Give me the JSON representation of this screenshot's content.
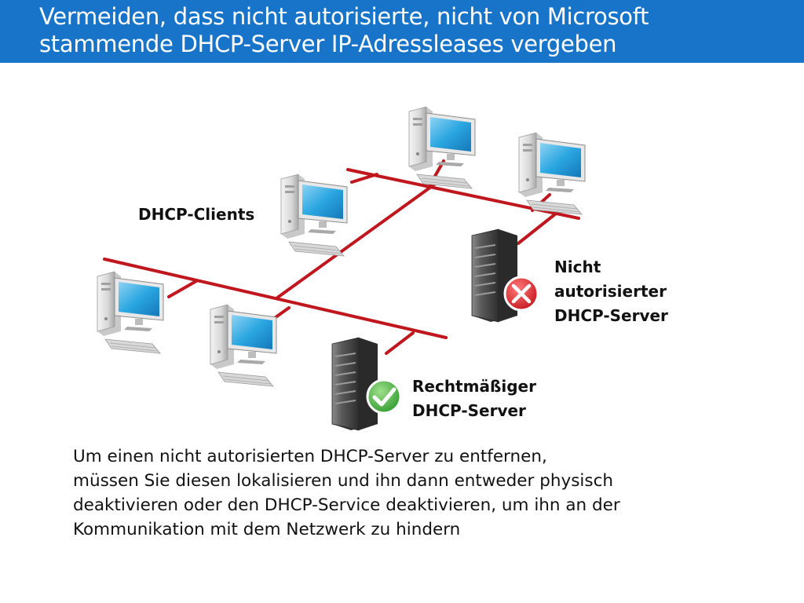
{
  "slide": {
    "title_lines": [
      "Vermeiden, dass nicht autorisierte, nicht von Microsoft",
      "stammende DHCP-Server IP-Adressleases vergeben"
    ],
    "accent_color": "#1874c8",
    "network_line_color": "#c0161d"
  },
  "diagram": {
    "clients_label": "DHCP-Clients",
    "rogue_server_label": [
      "Nicht",
      "autorisierter",
      "DHCP-Server"
    ],
    "legit_server_label": [
      "Rechtmäßiger",
      "DHCP-Server"
    ],
    "rogue_status_icon": "x-mark-icon",
    "rogue_status_color": "#d9242b",
    "legit_status_icon": "check-mark-icon",
    "legit_status_color": "#3aa33a"
  },
  "body_lines": [
    "Um einen nicht autorisierten DHCP-Server zu entfernen,",
    "müssen Sie diesen lokalisieren und ihn dann entweder physisch",
    "deaktivieren oder den DHCP-Service deaktivieren, um ihn an der",
    "Kommunikation mit dem Netzwerk zu hindern"
  ]
}
